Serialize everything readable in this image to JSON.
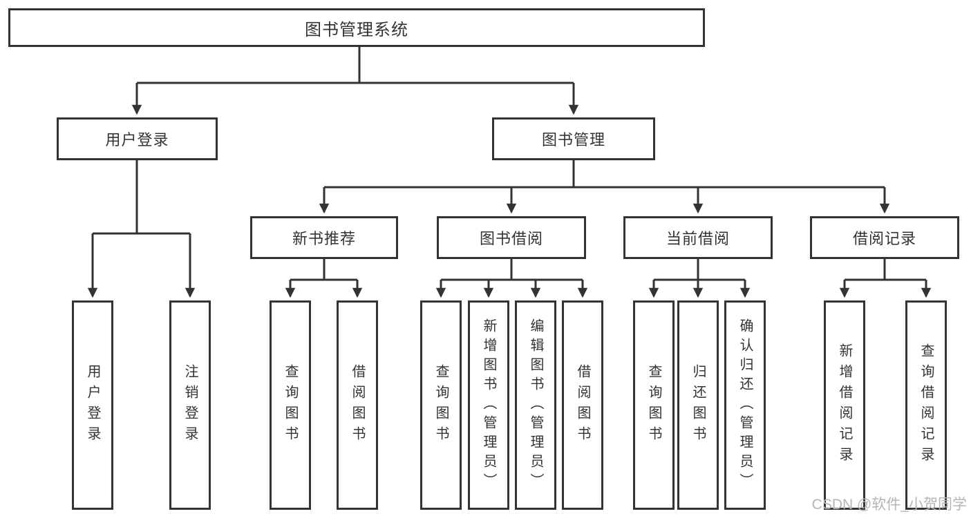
{
  "colors": {
    "line": "#333333",
    "box_background": "#ffffff",
    "text": "#333333",
    "watermark": "#b5b5b5"
  },
  "watermark": {
    "text": "CSDN @软件_小贺同学"
  },
  "tree": {
    "root": {
      "label": "图书管理系统"
    },
    "branches": [
      {
        "label": "用户登录",
        "children": [
          {
            "label": "用户登录"
          },
          {
            "label": "注销登录"
          }
        ]
      },
      {
        "label": "图书管理",
        "children": [
          {
            "label": "新书推荐",
            "children": [
              {
                "label": "查询图书"
              },
              {
                "label": "借阅图书"
              }
            ]
          },
          {
            "label": "图书借阅",
            "children": [
              {
                "label": "查询图书"
              },
              {
                "label": "新增图书（管理员）"
              },
              {
                "label": "编辑图书（管理员）"
              },
              {
                "label": "借阅图书"
              }
            ]
          },
          {
            "label": "当前借阅",
            "children": [
              {
                "label": "查询图书"
              },
              {
                "label": "归还图书"
              },
              {
                "label": "确认归还（管理员）"
              }
            ]
          },
          {
            "label": "借阅记录",
            "children": [
              {
                "label": "新增借阅记录"
              },
              {
                "label": "查询借阅记录"
              }
            ]
          }
        ]
      }
    ]
  }
}
